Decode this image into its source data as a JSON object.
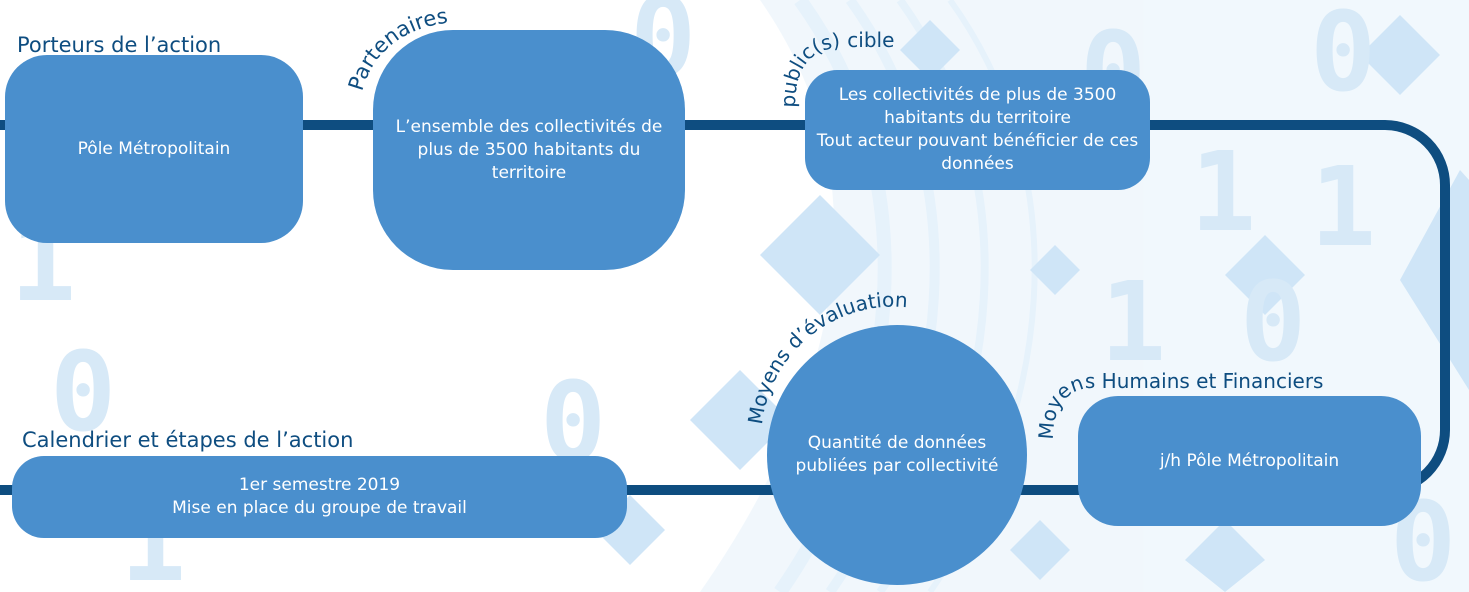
{
  "colors": {
    "box": "#4a8fcd",
    "connector": "#0e4d80",
    "label": "#0e4d80",
    "box_text": "#ffffff",
    "bg_pattern": "#cfe5f7"
  },
  "boxes": {
    "porteurs": {
      "title": "Porteurs de l’action",
      "text": "Pôle Métropolitain"
    },
    "partenaires": {
      "title": "Partenaires",
      "text": "L’ensemble des collectivités de plus de 3500 habitants du territoire"
    },
    "public": {
      "title": "public(s) cible",
      "lines": [
        "Les collectivités de plus de 3500 habitants du territoire",
        "Tout acteur pouvant bénéficier de ces données"
      ]
    },
    "moyens_humains": {
      "title": "Moyens Humains et Financiers",
      "text": "j/h Pôle Métropolitain"
    },
    "evaluation": {
      "title": "Moyens d’évaluation",
      "text": "Quantité de données publiées par collectivité"
    },
    "calendrier": {
      "title": "Calendrier et étapes de l’action",
      "lines": [
        "1er semestre 2019",
        "Mise en place du groupe de travail"
      ]
    }
  }
}
